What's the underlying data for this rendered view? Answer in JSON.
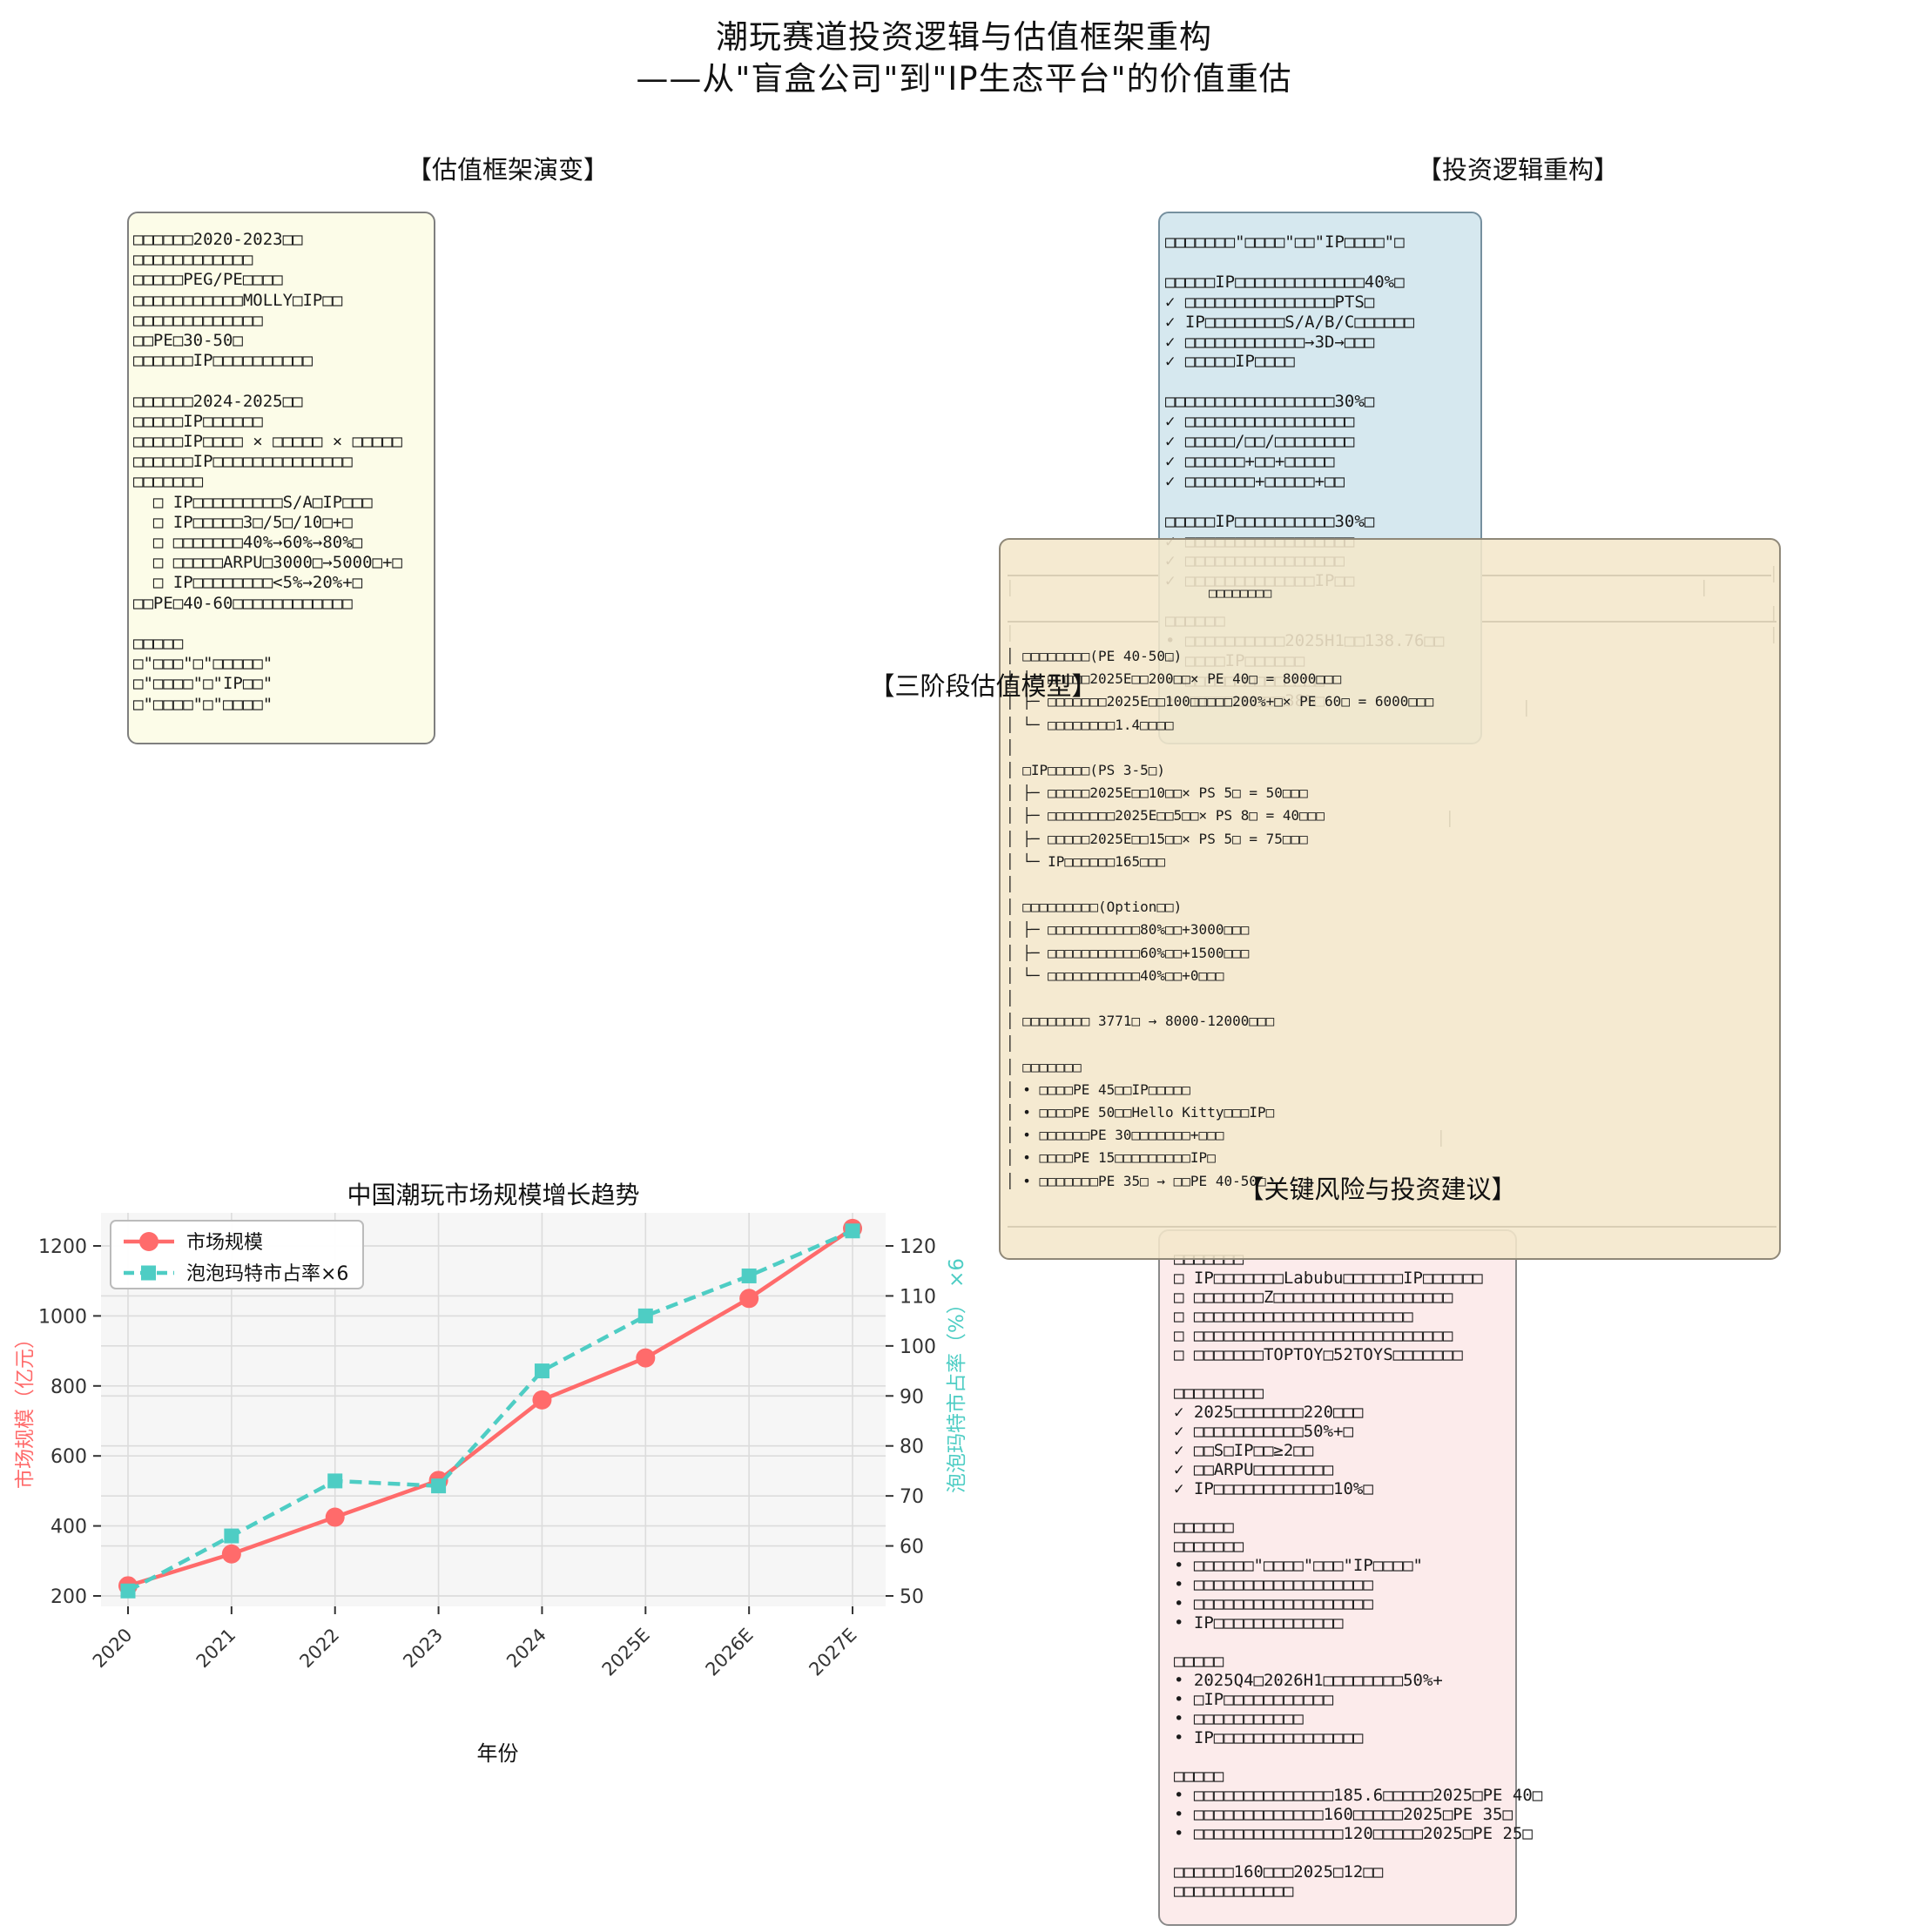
{
  "title": {
    "line1": "潮玩赛道投资逻辑与估值框架重构",
    "line2": "——从\"盲盒公司\"到\"IP生态平台\"的价值重估"
  },
  "section_headers": {
    "valuation_evolution": "【估值框架演变】",
    "logic_rebuild": "【投资逻辑重构】",
    "three_stage_model": "【三阶段估值模型】",
    "risk_advice": "【关键风险与投资建议】"
  },
  "yellow_box": {
    "lines": [
      "□□□□□□2020-2023□□",
      "□□□□□□□□□□□□",
      "□□□□□PEG/PE□□□□",
      "□□□□□□□□□□□MOLLY□IP□□",
      "□□□□□□□□□□□□□",
      "□□PE□30-50□",
      "□□□□□□IP□□□□□□□□□□",
      "",
      "□□□□□□2024-2025□□",
      "□□□□□IP□□□□□□",
      "□□□□□IP□□□□ × □□□□□ × □□□□□",
      "□□□□□□IP□□□□□□□□□□□□□□",
      "□□□□□□□",
      "  □ IP□□□□□□□□□S/A□IP□□□",
      "  □ IP□□□□□3□/5□/10□+□",
      "  □ □□□□□□□40%→60%→80%□",
      "  □ □□□□□ARPU□3000□→5000□+□",
      "  □ IP□□□□□□□□<5%→20%+□",
      "□□PE□40-60□□□□□□□□□□□□",
      "",
      "□□□□□",
      "□\"□□□\"□\"□□□□□\"",
      "□\"□□□□\"□\"IP□□\"",
      "□\"□□□□\"□\"□□□□\""
    ]
  },
  "blue_box": {
    "lines": [
      "□□□□□□□\"□□□□\"□□\"IP□□□□\"□",
      "",
      "□□□□□IP□□□□□□□□□□□□□40%□",
      "✓ □□□□□□□□□□□□□□□PTS□",
      "✓ IP□□□□□□□□S/A/B/C□□□□□□",
      "✓ □□□□□□□□□□□□→3D→□□□",
      "✓ □□□□□IP□□□□",
      "",
      "□□□□□□□□□□□□□□□□□30%□",
      "✓ □□□□□□□□□□□□□□□□□",
      "✓ □□□□□/□□/□□□□□□□□",
      "✓ □□□□□□+□□+□□□□□",
      "✓ □□□□□□□+□□□□□+□□",
      "",
      "□□□□□IP□□□□□□□□□□30%□",
      "✓ □□□□□□□□□□□□□□□□□",
      "✓ □□□□□□□□□□□□□□□□",
      "✓ □□□□□□□□□□□□□IP□□",
      "",
      "□□□□□□",
      "• □□□□□□□□□□2025H1□□138.76□□",
      "• □□□□IP□□□□□□",
      "• □□□□□□□□□□□□□□",
      "• □□□□□□□□□□38%□"
    ]
  },
  "tan_box": {
    "inner_title": "□□□□□□□□",
    "lines": [
      "□□□□□□□□(PE 40-50□)",
      "├─ □□□□□2025E□□200□□× PE 40□ = 8000□□□",
      "├─ □□□□□□□2025E□□100□□□□□200%+□× PE 60□ = 6000□□□",
      "└─ □□□□□□□□1.4□□□□",
      "",
      "□IP□□□□□(PS 3-5□)",
      "├─ □□□□□2025E□□10□□× PS 5□ = 50□□□",
      "├─ □□□□□□□□2025E□□5□□× PS 8□ = 40□□□",
      "├─ □□□□□2025E□□15□□× PS 5□ = 75□□□",
      "└─ IP□□□□□□165□□□",
      "",
      "□□□□□□□□□(Option□□)",
      "├─ □□□□□□□□□□□80%□□+3000□□□",
      "├─ □□□□□□□□□□□60%□□+1500□□□",
      "└─ □□□□□□□□□□□40%□□+0□□□",
      "",
      "□□□□□□□□ 3771□ → 8000-12000□□□",
      "",
      "□□□□□□□",
      "• □□□□PE 45□□IP□□□□□",
      "• □□□□PE 50□□Hello Kitty□□□IP□",
      "• □□□□□□PE 30□□□□□□□+□□□",
      "• □□□□PE 15□□□□□□□□□IP□",
      "• □□□□□□□PE 35□ → □□PE 40-50□"
    ]
  },
  "pink_box": {
    "lines": [
      "□□□□□□□",
      "□ IP□□□□□□□Labubu□□□□□□IP□□□□□□",
      "□ □□□□□□□Z□□□□□□□□□□□□□□□□□□",
      "□ □□□□□□□□□□□□□□□□□□□□□□",
      "□ □□□□□□□□□□□□□□□□□□□□□□□□□□",
      "□ □□□□□□□TOPTOY□52TOYS□□□□□□□",
      "",
      "□□□□□□□□□",
      "✓ 2025□□□□□□□220□□□",
      "✓ □□□□□□□□□□□50%+□",
      "✓ □□S□IP□□≥2□□",
      "✓ □□ARPU□□□□□□□□",
      "✓ IP□□□□□□□□□□□□10%□",
      "",
      "□□□□□□",
      "□□□□□□□",
      "• □□□□□□\"□□□□\"□□□\"IP□□□□\"",
      "• □□□□□□□□□□□□□□□□□□",
      "• □□□□□□□□□□□□□□□□□□",
      "• IP□□□□□□□□□□□□□",
      "",
      "□□□□□",
      "• 2025Q4□2026H1□□□□□□□□50%+",
      "• □IP□□□□□□□□□□□",
      "• □□□□□□□□□□□",
      "• IP□□□□□□□□□□□□□□□",
      "",
      "□□□□□",
      "• □□□□□□□□□□□□□□185.6□□□□□2025□PE 40□",
      "• □□□□□□□□□□□□□160□□□□□2025□PE 35□",
      "• □□□□□□□□□□□□□□□120□□□□□2025□PE 25□",
      "",
      "□□□□□□160□□□2025□12□□",
      "□□□□□□□□□□□□"
    ]
  },
  "chart_data": {
    "type": "line",
    "title": "中国潮玩市场规模增长趋势",
    "xlabel": "年份",
    "ylabel_left": "市场规模（亿元）",
    "ylabel_right": "泡泡玛特市占率（%） ×6",
    "categories": [
      "2020",
      "2021",
      "2022",
      "2023",
      "2024",
      "2025E",
      "2026E",
      "2027E"
    ],
    "series": [
      {
        "name": "市场规模",
        "axis": "left",
        "color": "#FF6B6B",
        "style": "solid",
        "marker": "circle",
        "values": [
          229,
          320,
          425,
          530,
          760,
          880,
          1050,
          1250
        ]
      },
      {
        "name": "泡泡玛特市占率×6",
        "axis": "right",
        "color": "#4ECDC4",
        "style": "dashed",
        "marker": "square",
        "values": [
          51,
          62,
          73,
          72,
          95,
          106,
          114,
          123
        ]
      }
    ],
    "left_ticks": [
      200,
      400,
      600,
      800,
      1000,
      1200
    ],
    "right_ticks": [
      50,
      60,
      70,
      80,
      90,
      100,
      110,
      120
    ],
    "left_range": [
      170,
      1295
    ],
    "right_range": [
      48,
      127
    ],
    "grid": true,
    "legend_position": "upper-left"
  },
  "colors": {
    "yellow_box_bg": "#FCFCE8",
    "blue_box_bg": "#D6E8EF",
    "tan_box_bg": "rgba(244,231,203,0.88)",
    "pink_box_bg": "#FCEBEB",
    "series_red": "#FF6B6B",
    "series_teal": "#4ECDC4",
    "plot_bg": "#F6F6F6",
    "gridline": "#DCDCDC"
  }
}
